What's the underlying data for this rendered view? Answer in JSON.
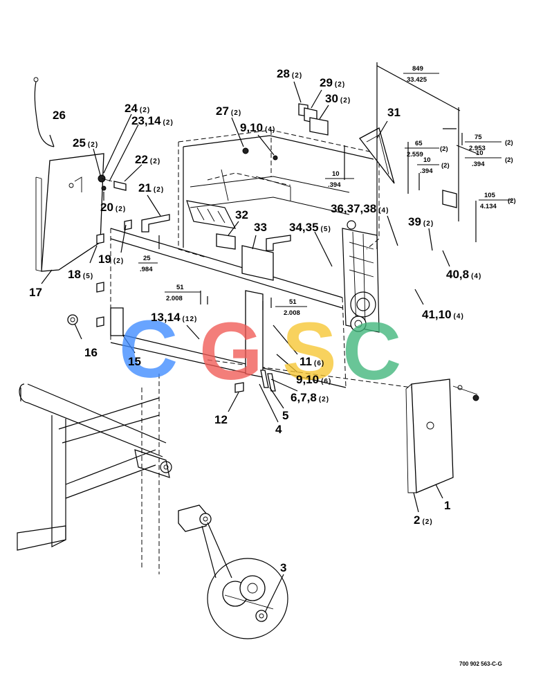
{
  "callouts": [
    {
      "id": "26",
      "count": ""
    },
    {
      "id": "24",
      "count": "(2)"
    },
    {
      "id": "23,14",
      "count": "(2)"
    },
    {
      "id": "25",
      "count": "(2)"
    },
    {
      "id": "22",
      "count": "(2)"
    },
    {
      "id": "21",
      "count": "(2)"
    },
    {
      "id": "20",
      "count": "(2)"
    },
    {
      "id": "27",
      "count": "(2)"
    },
    {
      "id": "9,10",
      "count": "(4)"
    },
    {
      "id": "28",
      "count": "(2)"
    },
    {
      "id": "29",
      "count": "(2)"
    },
    {
      "id": "30",
      "count": "(2)"
    },
    {
      "id": "31",
      "count": ""
    },
    {
      "id": "32",
      "count": ""
    },
    {
      "id": "33",
      "count": ""
    },
    {
      "id": "34,35",
      "count": "(5)"
    },
    {
      "id": "36,37,38",
      "count": "(4)"
    },
    {
      "id": "39",
      "count": "(2)"
    },
    {
      "id": "40,8",
      "count": "(4)"
    },
    {
      "id": "41,10",
      "count": "(4)"
    },
    {
      "id": "18",
      "count": "(5)"
    },
    {
      "id": "19",
      "count": "(2)"
    },
    {
      "id": "17",
      "count": ""
    },
    {
      "id": "16",
      "count": ""
    },
    {
      "id": "15",
      "count": ""
    },
    {
      "id": "13,14",
      "count": "(12)"
    },
    {
      "id": "11",
      "count": "(6)"
    },
    {
      "id": "9,10",
      "count": "(6)"
    },
    {
      "id": "6,7,8",
      "count": "(2)"
    },
    {
      "id": "5",
      "count": ""
    },
    {
      "id": "4",
      "count": ""
    },
    {
      "id": "12",
      "count": ""
    },
    {
      "id": "1",
      "count": ""
    },
    {
      "id": "2",
      "count": "(2)"
    },
    {
      "id": "3",
      "count": ""
    }
  ],
  "dimensions": [
    {
      "mm": "849",
      "in": "33.425",
      "count": ""
    },
    {
      "mm": "75",
      "in": "2.953",
      "count": "(2)"
    },
    {
      "mm": "65",
      "in": "2.559",
      "count": "(2)"
    },
    {
      "mm": "10",
      "in": ".394",
      "count": "(2)"
    },
    {
      "mm": "10",
      "in": ".394",
      "count": "(2)"
    },
    {
      "mm": "10",
      "in": ".394",
      "count": ""
    },
    {
      "mm": "105",
      "in": "4.134",
      "count": "(2)"
    },
    {
      "mm": "25",
      "in": ".984",
      "count": ""
    },
    {
      "mm": "51",
      "in": "2.008",
      "count": ""
    },
    {
      "mm": "51",
      "in": "2.008",
      "count": ""
    }
  ],
  "watermark": {
    "letters": [
      "C",
      "G",
      "S",
      "C"
    ],
    "colors": [
      "#3d8bff",
      "#f05a55",
      "#f6c531",
      "#3fb57a"
    ]
  },
  "footer": {
    "code": "700 902 563-C-G"
  }
}
